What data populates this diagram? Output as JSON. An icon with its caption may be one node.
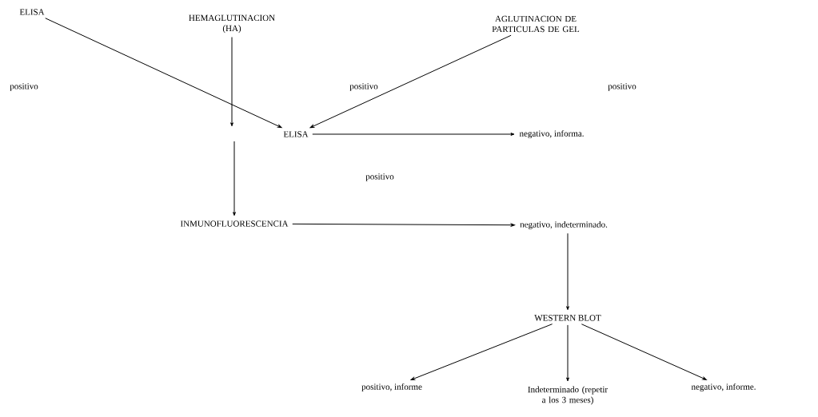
{
  "diagram": {
    "nodes": [
      {
        "text": [
          "ELISA"
        ]
      },
      {
        "text": [
          "HEMAGLUTINACION (HA)"
        ]
      },
      {
        "text": [
          "AGLUTINACION DE PARTICULAS DE GEL"
        ]
      },
      {
        "text": [
          "ELISA"
        ]
      },
      {
        "text": [
          "negativo, informa."
        ]
      },
      {
        "text": [
          "INMUNOFLUORESCENCIA"
        ]
      },
      {
        "text": [
          "negativo, indeterminado."
        ]
      },
      {
        "text": [
          "WESTERN BLOT"
        ]
      },
      {
        "text": [
          "positivo, informe"
        ]
      },
      {
        "text": [
          "Indeterminado (repetir a los 3 meses)"
        ]
      },
      {
        "text": [
          "negativo, informe."
        ]
      }
    ],
    "edges": [
      {
        "from": 0,
        "to": 3,
        "arrow": "to"
      },
      {
        "from": 1,
        "to": 3,
        "arrow": "to"
      },
      {
        "from": 2,
        "to": 3,
        "arrow": "to"
      },
      {
        "from": 3,
        "to": 4,
        "arrow": "to"
      },
      {
        "from": 3,
        "to": 5,
        "arrow": "to"
      },
      {
        "from": 5,
        "to": 6,
        "arrow": "to"
      },
      {
        "from": 6,
        "to": 7,
        "arrow": "to"
      },
      {
        "from": 7,
        "to": 8,
        "arrow": "to"
      },
      {
        "from": 7,
        "to": 9,
        "arrow": "to"
      },
      {
        "from": 7,
        "to": 10,
        "arrow": "to"
      }
    ],
    "labels": [
      "positivo",
      "positivo",
      "positivo",
      "positivo"
    ]
  }
}
